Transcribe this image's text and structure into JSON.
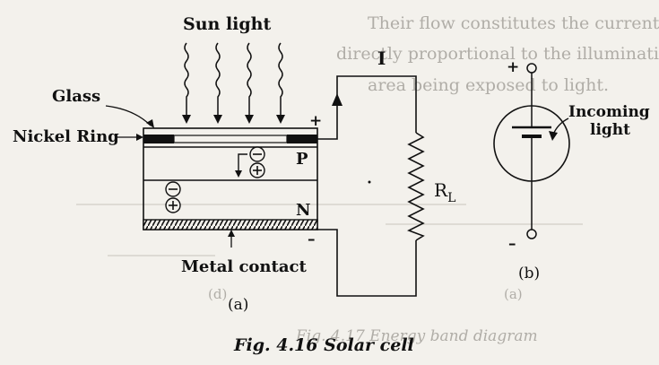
{
  "figure": {
    "caption": "Fig. 4.16 Solar cell",
    "sub_a": "(a)",
    "sub_b": "(b)"
  },
  "cell": {
    "sun_label": "Sun light",
    "glass_label": "Glass",
    "ring_label": "Nickel Ring",
    "metal_label": "Metal contact",
    "p_label": "P",
    "n_label": "N",
    "plus": "+",
    "minus": "–",
    "current_label": "I",
    "load_label": "R",
    "load_sub": "L"
  },
  "photodiode": {
    "plus": "+",
    "minus": "–",
    "light_label_1": "Incoming",
    "light_label_2": "light"
  },
  "bleed_through": {
    "line1": "Their flow constitutes the current which is",
    "line2": "directly proportional to the illumination of light and the surface",
    "line3": "area being exposed to light.",
    "fig_caption": "Fig. 4.17 Energy band diagram",
    "sub_d": "(d)",
    "sub_a2": "(a)"
  }
}
